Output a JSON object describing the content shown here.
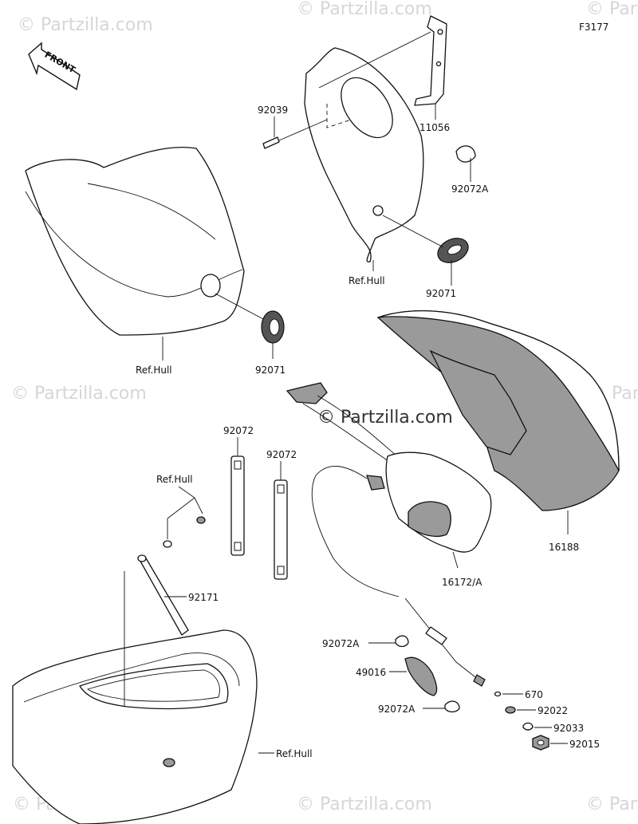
{
  "figure_code": "F3177",
  "front_label": "FRONT",
  "center_watermark": "© Partzilla.com",
  "watermarks": [
    "© Partzilla.com",
    "© Partzilla.com",
    "© Partzilla.com",
    "© Partzilla.com",
    "© Partzilla.com",
    "© Partzilla.com",
    "© Partzilla.com",
    "© Partzilla.com"
  ],
  "parts": {
    "p11056": "11056",
    "p92039": "92039",
    "p92072A_top": "92072A",
    "ref_hull_top": "Ref.Hull",
    "p92071_top": "92071",
    "ref_hull_left": "Ref.Hull",
    "p92071_left": "92071",
    "p16188": "16188",
    "p92072_a": "92072",
    "p92072_b": "92072",
    "ref_hull_mid": "Ref.Hull",
    "p92171": "92171",
    "p16172A": "16172/A",
    "p92072A_mid": "92072A",
    "p49016": "49016",
    "p92072A_low": "92072A",
    "p670": "670",
    "p92022": "92022",
    "p92033": "92033",
    "p92015": "92015",
    "ref_hull_bottom": "Ref.Hull"
  }
}
